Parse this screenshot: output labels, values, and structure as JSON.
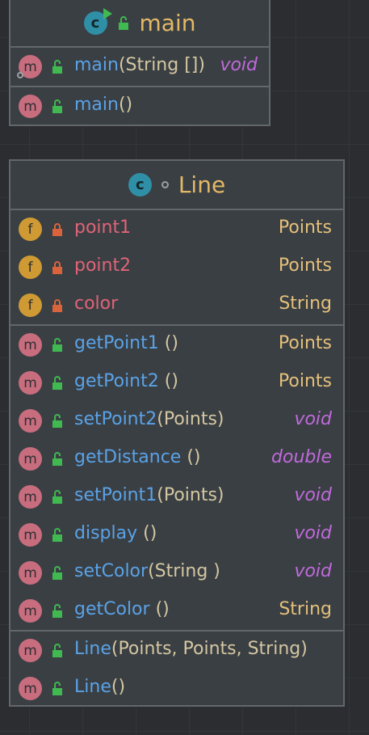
{
  "main_class": {
    "title": "main",
    "members": [
      {
        "kind": "m",
        "name": "main",
        "params": "(String [])",
        "type": "void",
        "type_style": "italic",
        "static": true
      },
      {
        "kind": "m",
        "name": "main",
        "params": "()",
        "type": "",
        "type_style": "plain"
      }
    ]
  },
  "line_class": {
    "title": "Line",
    "fields": [
      {
        "kind": "f",
        "name": "point1",
        "type": "Points"
      },
      {
        "kind": "f",
        "name": "point2",
        "type": "Points"
      },
      {
        "kind": "f",
        "name": "color",
        "type": "String"
      }
    ],
    "methods": [
      {
        "kind": "m",
        "name": "getPoint1",
        "params": " ()",
        "type": "Points",
        "type_style": "plain"
      },
      {
        "kind": "m",
        "name": "getPoint2",
        "params": " ()",
        "type": "Points",
        "type_style": "plain"
      },
      {
        "kind": "m",
        "name": "setPoint2",
        "params": "(Points)",
        "type": "void",
        "type_style": "italic"
      },
      {
        "kind": "m",
        "name": "getDistance",
        "params": " ()",
        "type": "double",
        "type_style": "italic"
      },
      {
        "kind": "m",
        "name": "setPoint1",
        "params": "(Points)",
        "type": "void",
        "type_style": "italic"
      },
      {
        "kind": "m",
        "name": "display",
        "params": " ()",
        "type": "void",
        "type_style": "italic"
      },
      {
        "kind": "m",
        "name": "setColor",
        "params": "(String )",
        "type": "void",
        "type_style": "italic"
      },
      {
        "kind": "m",
        "name": "getColor",
        "params": " ()",
        "type": "String",
        "type_style": "plain"
      }
    ],
    "constructors": [
      {
        "kind": "m",
        "name": "Line",
        "params": "(Points, Points, String)",
        "type": "",
        "type_style": "plain"
      },
      {
        "kind": "m",
        "name": "Line",
        "params": "()",
        "type": "",
        "type_style": "plain"
      }
    ]
  },
  "colors": {
    "background": "#2b2d30",
    "box": "#3a3f44",
    "border": "#62676c",
    "class_title": "#e4b965",
    "method_name": "#5aa2e6",
    "field_name": "#e06477",
    "void_type": "#c06adb",
    "plain_type": "#e4c07a",
    "lock_public": "#3fb950",
    "lock_private": "#d9643b"
  },
  "icons": {
    "class": "class-c-icon",
    "runnable": "run-triangle-icon",
    "public": "unlocked-padlock-icon",
    "private": "locked-padlock-icon",
    "method": "method-m-icon",
    "field": "field-f-icon"
  }
}
